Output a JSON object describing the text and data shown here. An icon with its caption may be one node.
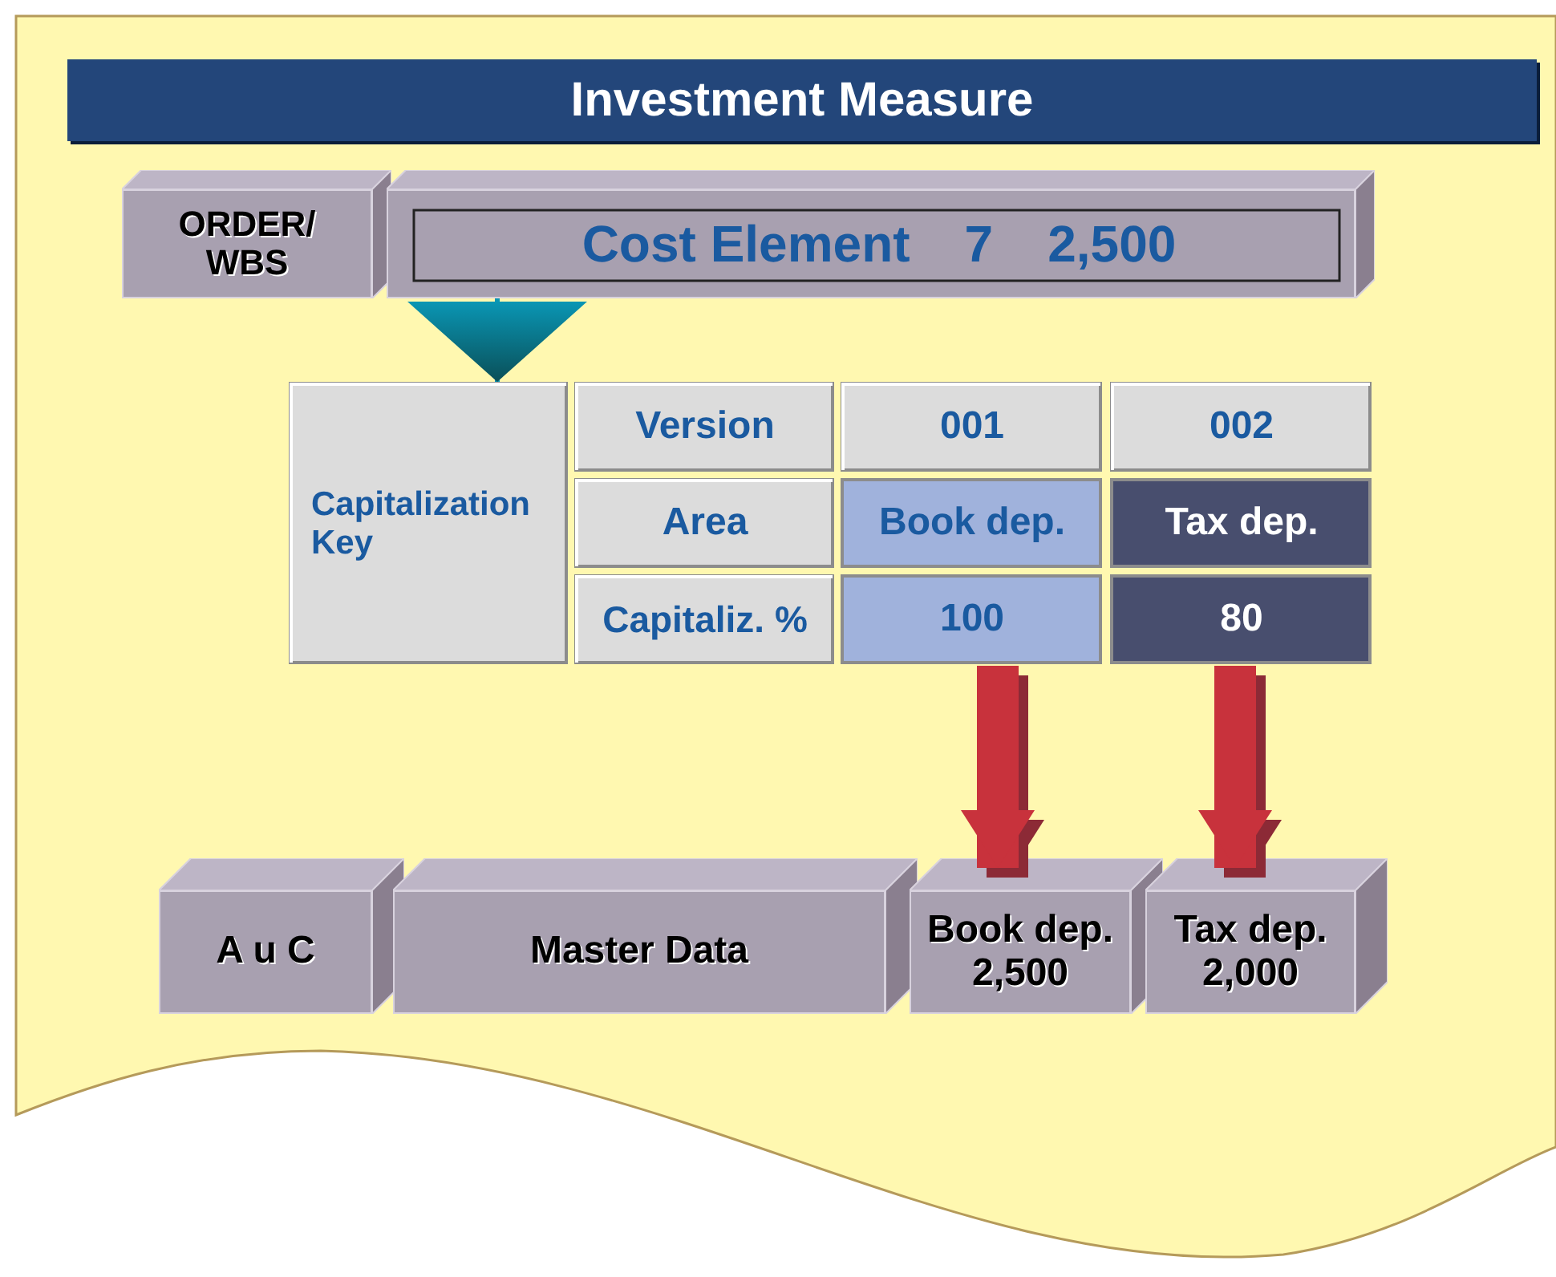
{
  "diagram": {
    "title": "Investment Measure",
    "nodes": [
      {
        "text": [
          "ORDER/ WBS"
        ]
      },
      {
        "text": [
          "Cost Element",
          "7",
          "2,500"
        ]
      },
      {
        "text": [
          "Capitalization Key"
        ]
      },
      {
        "text": [
          "Version"
        ]
      },
      {
        "text": [
          "001"
        ]
      },
      {
        "text": [
          "002"
        ]
      },
      {
        "text": [
          "Area"
        ]
      },
      {
        "text": [
          "Book dep."
        ]
      },
      {
        "text": [
          "Tax dep."
        ]
      },
      {
        "text": [
          "Capitaliz. %"
        ]
      },
      {
        "text": [
          "100"
        ]
      },
      {
        "text": [
          "80"
        ]
      },
      {
        "text": [
          "A u C"
        ]
      },
      {
        "text": [
          "Master Data"
        ]
      },
      {
        "text": [
          "Book dep.",
          "2,500"
        ]
      },
      {
        "text": [
          "Tax dep.",
          "2,000"
        ]
      }
    ],
    "edges": [
      {
        "from": 1,
        "to": 2,
        "arrow": "to",
        "color": "#0a96b4"
      },
      {
        "from": 10,
        "to": 14,
        "arrow": "to"
      },
      {
        "from": 11,
        "to": 15,
        "arrow": "to"
      }
    ]
  }
}
